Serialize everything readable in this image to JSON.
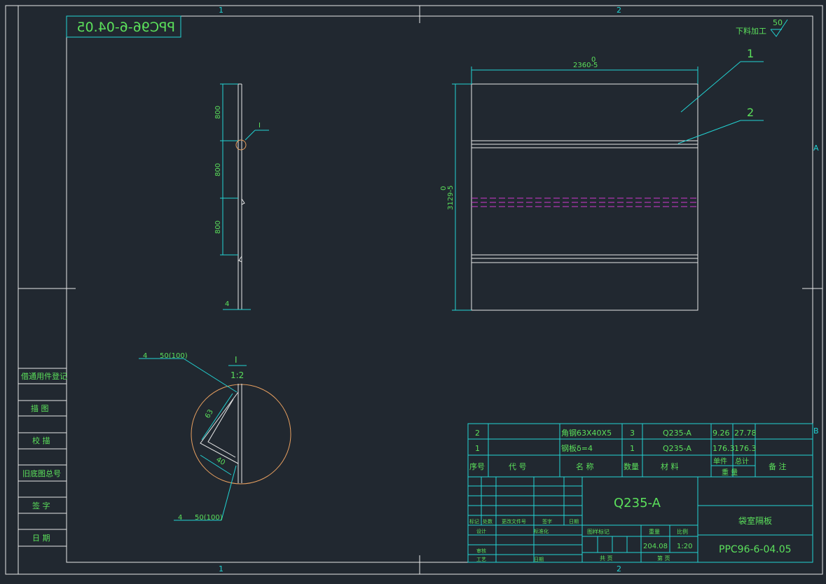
{
  "drawing_code_mirrored": "PPC96-6-04.05",
  "zones": {
    "top": [
      "1",
      "2"
    ],
    "bottom": [
      "1",
      "2"
    ],
    "right": [
      "A",
      "B"
    ]
  },
  "surface_note": {
    "label": "下料加工",
    "roughness": "50"
  },
  "front_view": {
    "width_dim": "2360-5",
    "width_tol": "0",
    "height_dim": "3129-5",
    "height_tol": "0",
    "callout_1": "1",
    "callout_2": "2"
  },
  "side_view": {
    "dims": [
      "800",
      "800",
      "800"
    ],
    "thickness": "4",
    "detail_marker": "I"
  },
  "detail": {
    "title": "I",
    "scale": "1:2",
    "weld_top": "4",
    "weld_top_text": "50(100)",
    "weld_bottom": "4",
    "weld_bottom_text": "50(100)",
    "leg_a": "63",
    "leg_b": "40"
  },
  "left_strip": [
    "借通用件登记",
    "描 图",
    "校 描",
    "旧底图总号",
    "签 字",
    "日 期"
  ],
  "bom": {
    "rows": [
      {
        "no": "2",
        "code": "",
        "name": "角钢63X40X5",
        "qty": "3",
        "material": "Q235-A",
        "unit_wt": "9.26",
        "total_wt": "27.78",
        "note": ""
      },
      {
        "no": "1",
        "code": "",
        "name": "钢板δ=4",
        "qty": "1",
        "material": "Q235-A",
        "unit_wt": "176.3",
        "total_wt": "176.3",
        "note": ""
      }
    ],
    "headers": {
      "no": "序号",
      "code": "代 号",
      "name": "名 称",
      "qty": "数量",
      "material": "材 料",
      "unit": "单件",
      "total": "总计",
      "weight": "重 量",
      "note": "备 注"
    }
  },
  "title_block": {
    "material": "Q235-A",
    "part_name": "袋室隔板",
    "drawing_no": "PPC96-6-04.05",
    "weight": "204.08",
    "scale": "1:20",
    "labels": {
      "mark": "标记",
      "count": "处数",
      "change_doc": "更改文件号",
      "sign": "签字",
      "date": "日期",
      "design": "设计",
      "standard": "标准化",
      "review": "审核",
      "process": "工艺",
      "approve": "日期",
      "stage_mark": "图样标记",
      "weight_label": "重量",
      "scale_label": "比例",
      "total_sheets": "共 页",
      "sheet": "第 页"
    }
  }
}
